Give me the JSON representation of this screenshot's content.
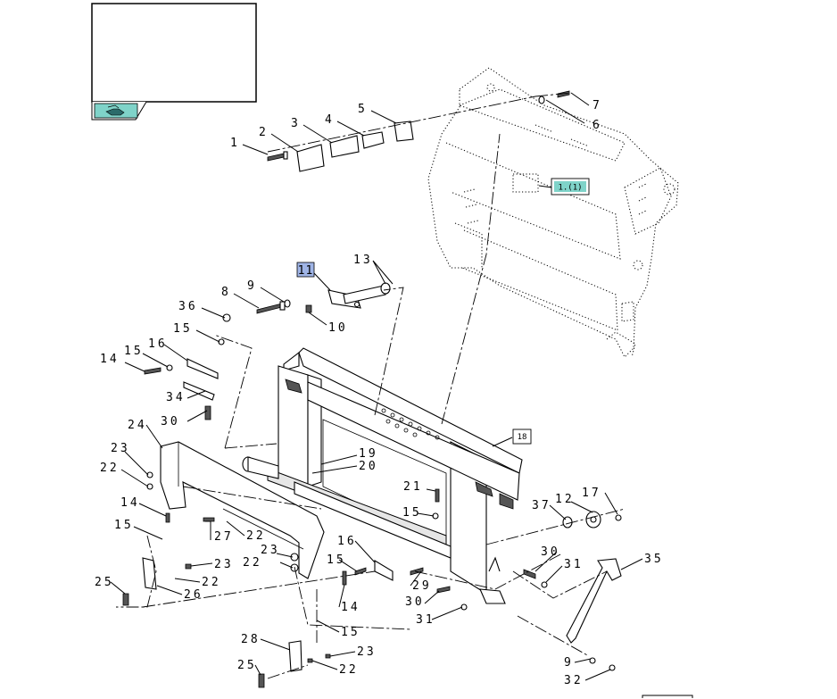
{
  "diagram": {
    "nav_icon": "hand-pointer-icon",
    "ref_section": "1.(1)",
    "highlight_ref": "11",
    "frame_ref": "18",
    "accent_nav": "#7fd3c9",
    "accent_ref": "#9fb4e6",
    "callouts": {
      "c1": "1",
      "c2": "2",
      "c3": "3",
      "c4": "4",
      "c5": "5",
      "c6": "6",
      "c7": "7",
      "c8": "8",
      "c9": "9",
      "c10": "10",
      "c13": "13",
      "c36": "36",
      "c15a": "15",
      "c16a": "16",
      "c14a": "14",
      "c15b": "15",
      "c34": "34",
      "c30a": "30",
      "c24": "24",
      "c23a": "23",
      "c22a": "22",
      "c19": "19",
      "c20": "20",
      "c21": "21",
      "c15c": "15",
      "c14b": "14",
      "c15d": "15",
      "c27": "27",
      "c22b": "22",
      "c23b": "23",
      "c22c": "22",
      "c25a": "25",
      "c23c": "23",
      "c22d": "22",
      "c26": "26",
      "c16b": "16",
      "c15e": "15",
      "c14c": "14",
      "c15f": "15",
      "c29": "29",
      "c30b": "30",
      "c31a": "31",
      "c28": "28",
      "c23d": "23",
      "c22e": "22",
      "c25b": "25",
      "c37": "37",
      "c12": "12",
      "c17": "17",
      "c30c": "30",
      "c31b": "31",
      "c35": "35",
      "c9b": "9",
      "c32": "32"
    }
  }
}
